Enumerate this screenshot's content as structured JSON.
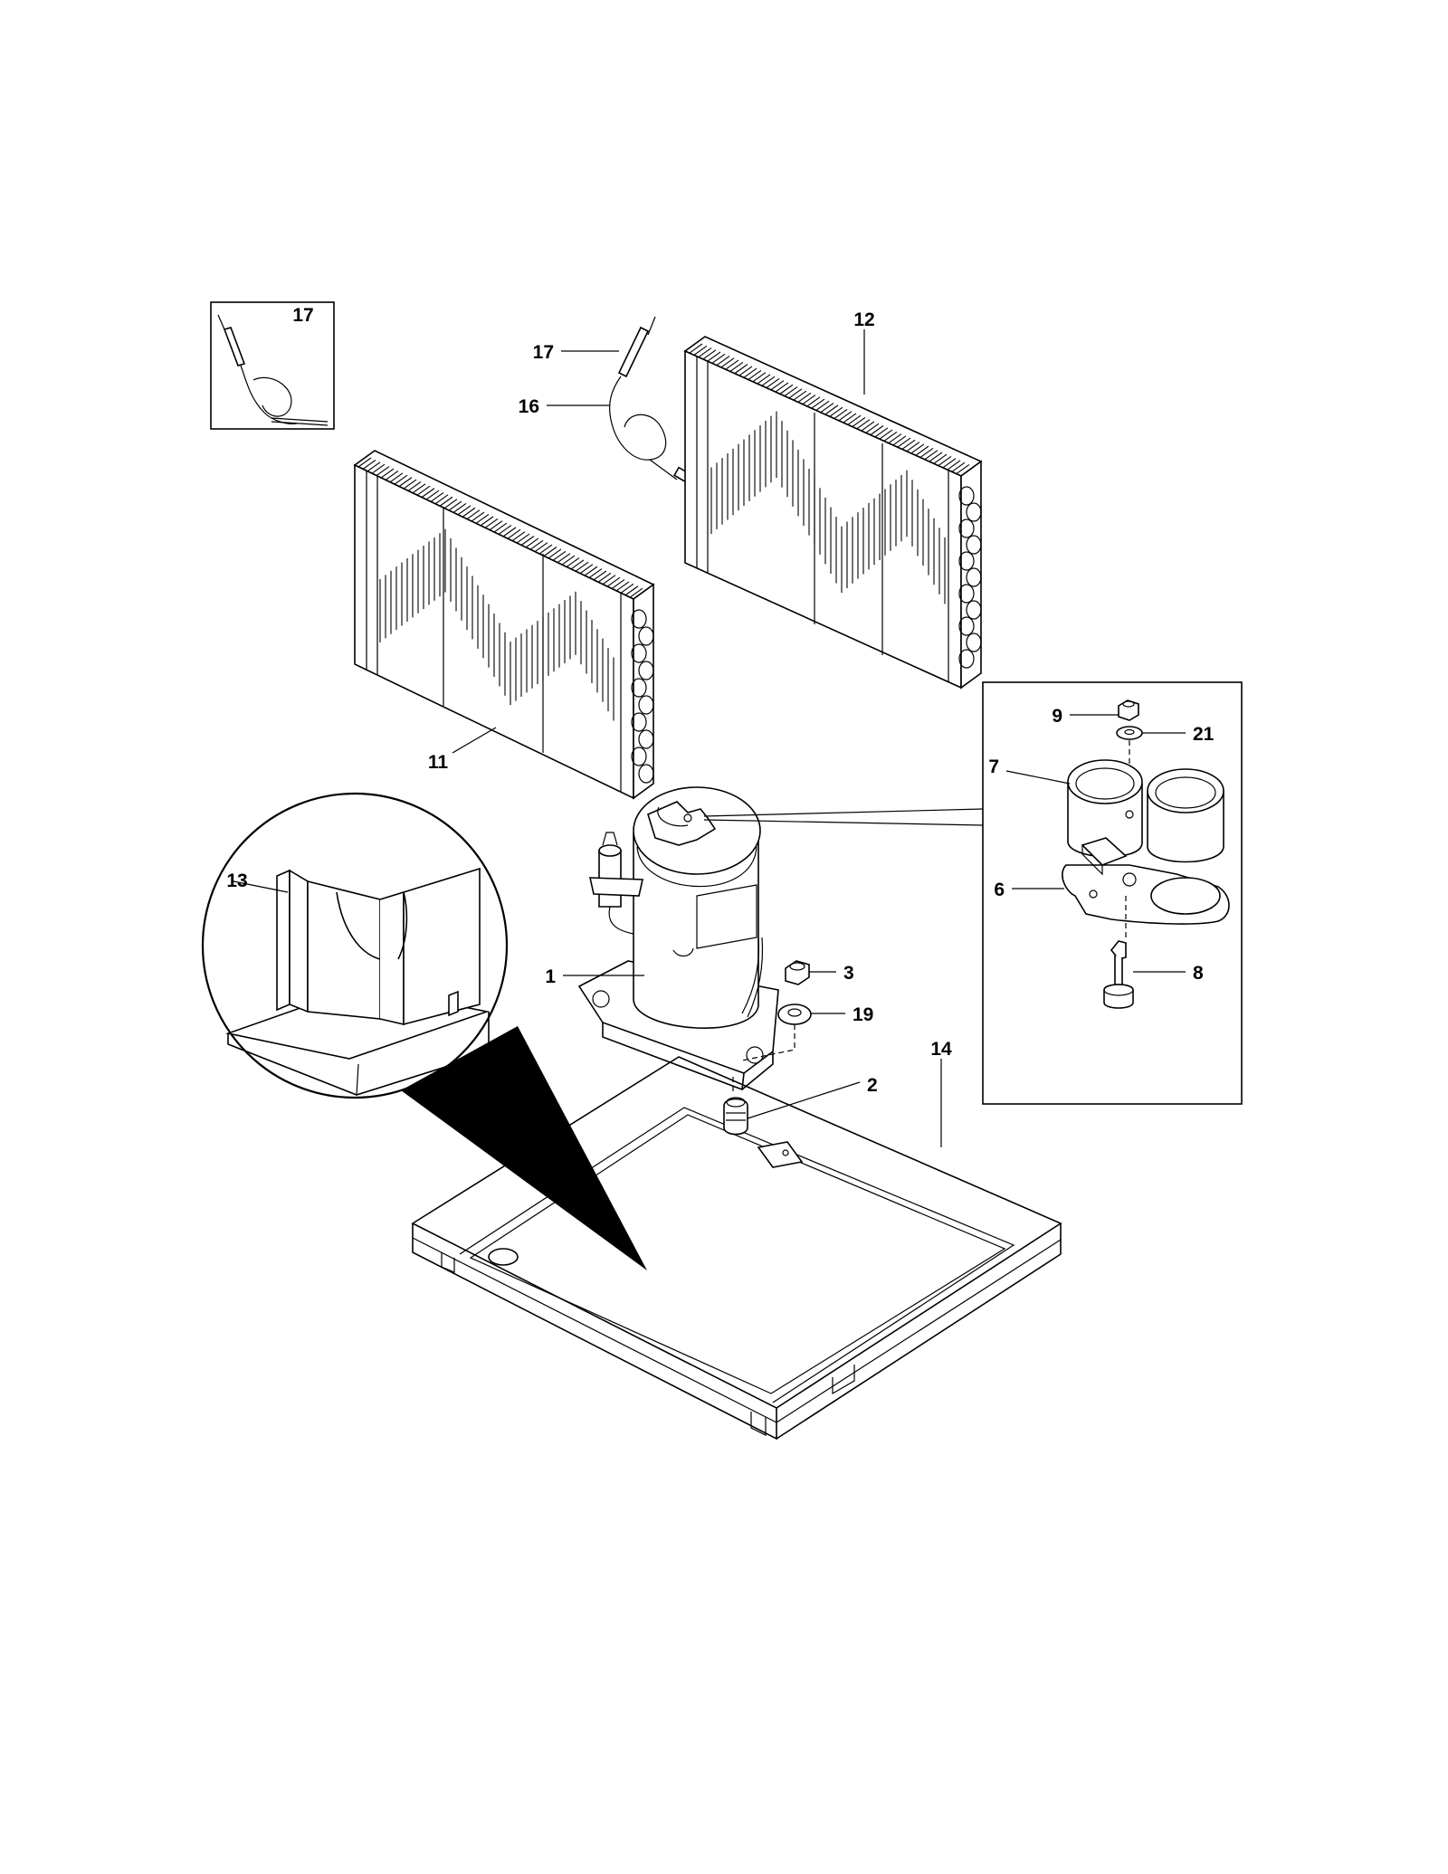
{
  "labels": {
    "l17_inset": "17",
    "l17": "17",
    "l16": "16",
    "l12": "12",
    "l11": "11",
    "l13": "13",
    "l1": "1",
    "l3": "3",
    "l19": "19",
    "l2": "2",
    "l14": "14",
    "l9": "9",
    "l21": "21",
    "l7": "7",
    "l6": "6",
    "l8": "8"
  }
}
